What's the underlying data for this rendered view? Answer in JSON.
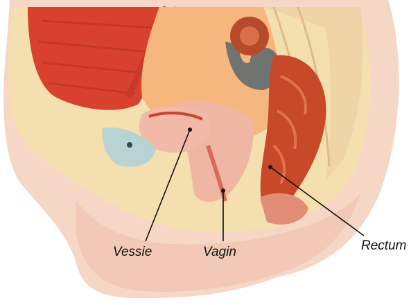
{
  "labels": {
    "vessie": "Vessie",
    "vagin": "Vagin",
    "rectum": "Rectum"
  },
  "colors": {
    "background": "#ffffff",
    "skin": "#f6d7c6",
    "bone_cream": "#f4dfae",
    "muscle_red": "#d9412f",
    "organ_pink": "#efb6a4",
    "rectum_red": "#c8482a",
    "intestine_gray": "#6f7470",
    "cartilage_blue": "#b7d3d2",
    "leader_line": "#111111"
  }
}
